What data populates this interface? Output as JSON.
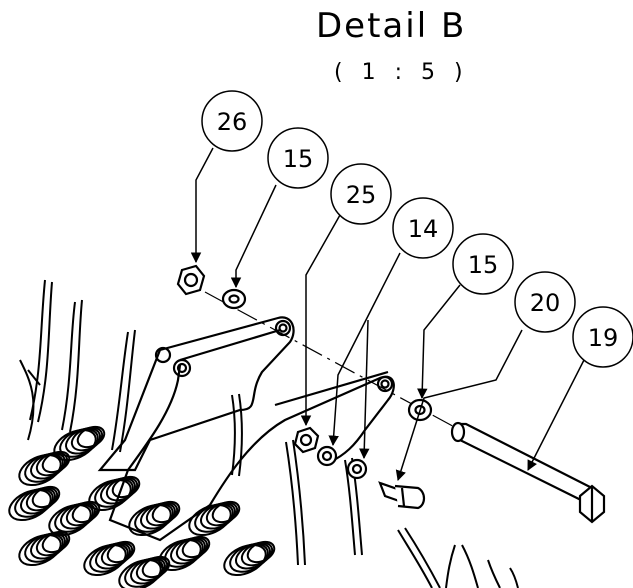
{
  "drawing": {
    "title": "Detail B",
    "scale": "( 1 : 5 )"
  },
  "callouts": [
    {
      "id": "c26a",
      "label": "26"
    },
    {
      "id": "c15a",
      "label": "15"
    },
    {
      "id": "c25",
      "label": "25"
    },
    {
      "id": "c14",
      "label": "14"
    },
    {
      "id": "c15b",
      "label": "15"
    },
    {
      "id": "c20",
      "label": "20"
    },
    {
      "id": "c19",
      "label": "19"
    }
  ],
  "colors": {
    "line": "#000000",
    "background": "#ffffff"
  }
}
